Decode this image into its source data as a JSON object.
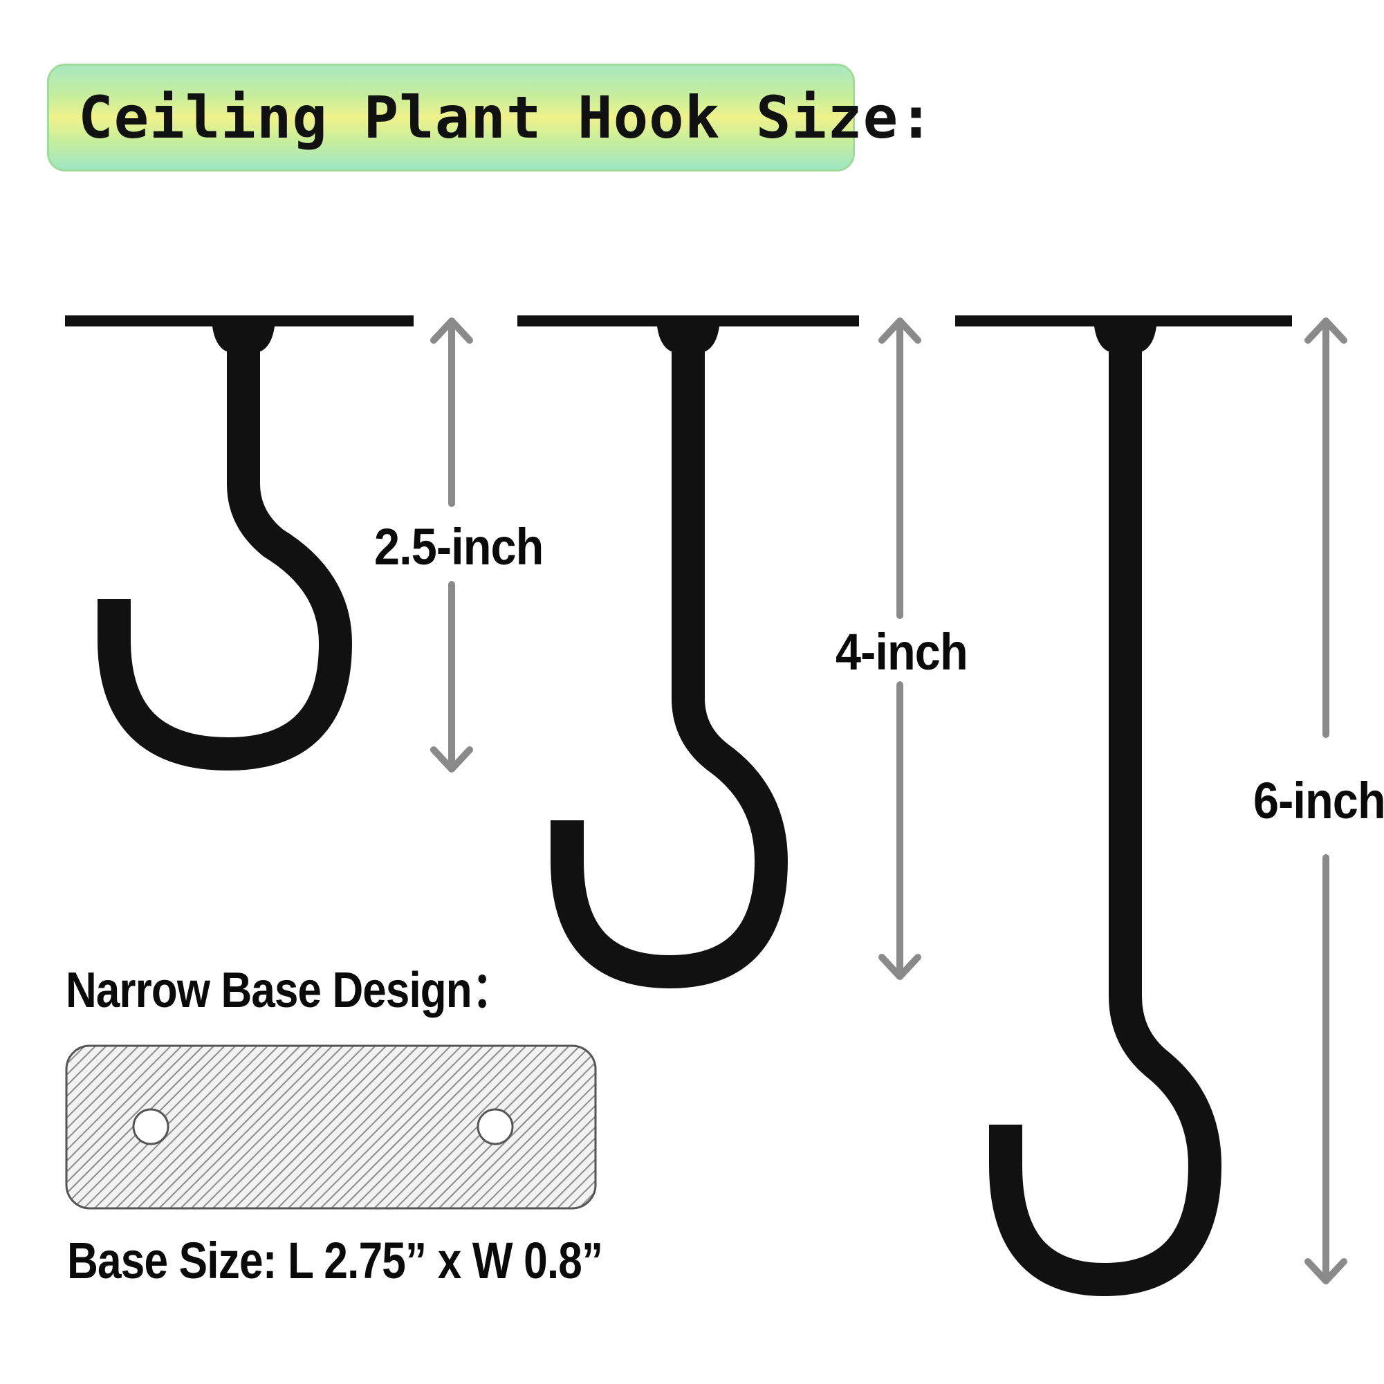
{
  "title": "Ceiling Plant Hook Size:",
  "hooks": [
    {
      "length_label": "2.5-inch"
    },
    {
      "length_label": "4-inch"
    },
    {
      "length_label": "6-inch"
    }
  ],
  "base": {
    "heading": "Narrow Base Design：",
    "size_text": "Base Size: L 2.75” x W 0.8”"
  },
  "colors": {
    "hook": "#111111",
    "arrow": "#8a8a8a",
    "banner_green": "#a9e8c0",
    "banner_yellow": "#f0f28c",
    "plate_fill": "#d9d9d9",
    "plate_stroke": "#555555"
  }
}
